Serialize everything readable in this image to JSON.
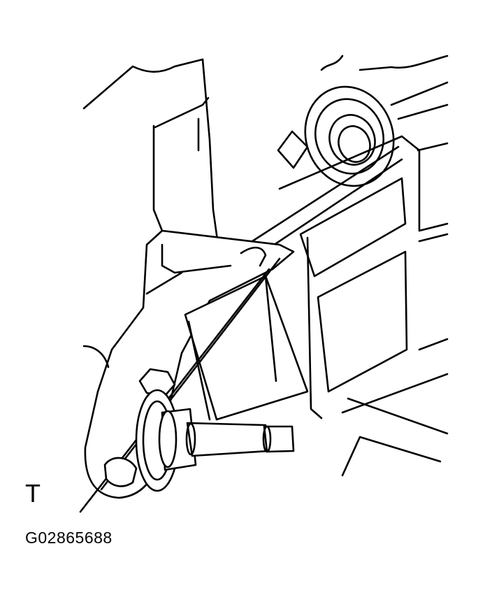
{
  "figure": {
    "corner_marker": "T",
    "figure_id": "G02865688"
  },
  "illustration": {
    "subject": "disassembly-illustration",
    "line_color": "#000000",
    "background": "#ffffff"
  }
}
